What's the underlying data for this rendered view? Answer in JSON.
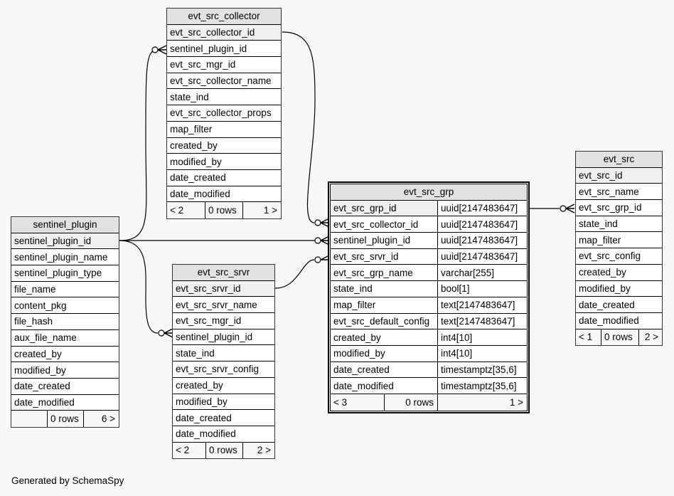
{
  "footer_text": "Generated by SchemaSpy",
  "tables": {
    "evt_src_collector": {
      "name": "evt_src_collector",
      "columns": [
        "evt_src_collector_id",
        "sentinel_plugin_id",
        "evt_src_mgr_id",
        "evt_src_collector_name",
        "state_ind",
        "evt_src_collector_props",
        "map_filter",
        "created_by",
        "modified_by",
        "date_created",
        "date_modified"
      ],
      "footer": {
        "parents": "< 2",
        "rows": "0 rows",
        "children": "1 >"
      }
    },
    "sentinel_plugin": {
      "name": "sentinel_plugin",
      "columns": [
        "sentinel_plugin_id",
        "sentinel_plugin_name",
        "sentinel_plugin_type",
        "file_name",
        "content_pkg",
        "file_hash",
        "aux_file_name",
        "created_by",
        "modified_by",
        "date_created",
        "date_modified"
      ],
      "footer": {
        "parents": "",
        "rows": "0 rows",
        "children": "6 >"
      }
    },
    "evt_src_srvr": {
      "name": "evt_src_srvr",
      "columns": [
        "evt_src_srvr_id",
        "evt_src_srvr_name",
        "evt_src_mgr_id",
        "sentinel_plugin_id",
        "state_ind",
        "evt_src_srvr_config",
        "created_by",
        "modified_by",
        "date_created",
        "date_modified"
      ],
      "footer": {
        "parents": "< 2",
        "rows": "0 rows",
        "children": "2 >"
      }
    },
    "evt_src_grp": {
      "name": "evt_src_grp",
      "columns": [
        {
          "name": "evt_src_grp_id",
          "type": "uuid[2147483647]"
        },
        {
          "name": "evt_src_collector_id",
          "type": "uuid[2147483647]"
        },
        {
          "name": "sentinel_plugin_id",
          "type": "uuid[2147483647]"
        },
        {
          "name": "evt_src_srvr_id",
          "type": "uuid[2147483647]"
        },
        {
          "name": "evt_src_grp_name",
          "type": "varchar[255]"
        },
        {
          "name": "state_ind",
          "type": "bool[1]"
        },
        {
          "name": "map_filter",
          "type": "text[2147483647]"
        },
        {
          "name": "evt_src_default_config",
          "type": "text[2147483647]"
        },
        {
          "name": "created_by",
          "type": "int4[10]"
        },
        {
          "name": "modified_by",
          "type": "int4[10]"
        },
        {
          "name": "date_created",
          "type": "timestamptz[35,6]"
        },
        {
          "name": "date_modified",
          "type": "timestamptz[35,6]"
        }
      ],
      "footer": {
        "parents": "< 3",
        "rows": "0 rows",
        "children": "1 >"
      }
    },
    "evt_src": {
      "name": "evt_src",
      "columns": [
        "evt_src_id",
        "evt_src_name",
        "evt_src_grp_id",
        "state_ind",
        "map_filter",
        "evt_src_config",
        "created_by",
        "modified_by",
        "date_created",
        "date_modified"
      ],
      "footer": {
        "parents": "< 1",
        "rows": "0 rows",
        "children": "2 >"
      }
    }
  },
  "relationships": [
    {
      "from": "sentinel_plugin.sentinel_plugin_id",
      "to": "evt_src_collector.sentinel_plugin_id"
    },
    {
      "from": "sentinel_plugin.sentinel_plugin_id",
      "to": "evt_src_grp.sentinel_plugin_id"
    },
    {
      "from": "sentinel_plugin.sentinel_plugin_id",
      "to": "evt_src_srvr.sentinel_plugin_id"
    },
    {
      "from": "evt_src_collector.evt_src_collector_id",
      "to": "evt_src_grp.evt_src_collector_id"
    },
    {
      "from": "evt_src_srvr.evt_src_srvr_id",
      "to": "evt_src_grp.evt_src_srvr_id"
    },
    {
      "from": "evt_src_grp.evt_src_grp_id",
      "to": "evt_src.evt_src_grp_id"
    }
  ]
}
